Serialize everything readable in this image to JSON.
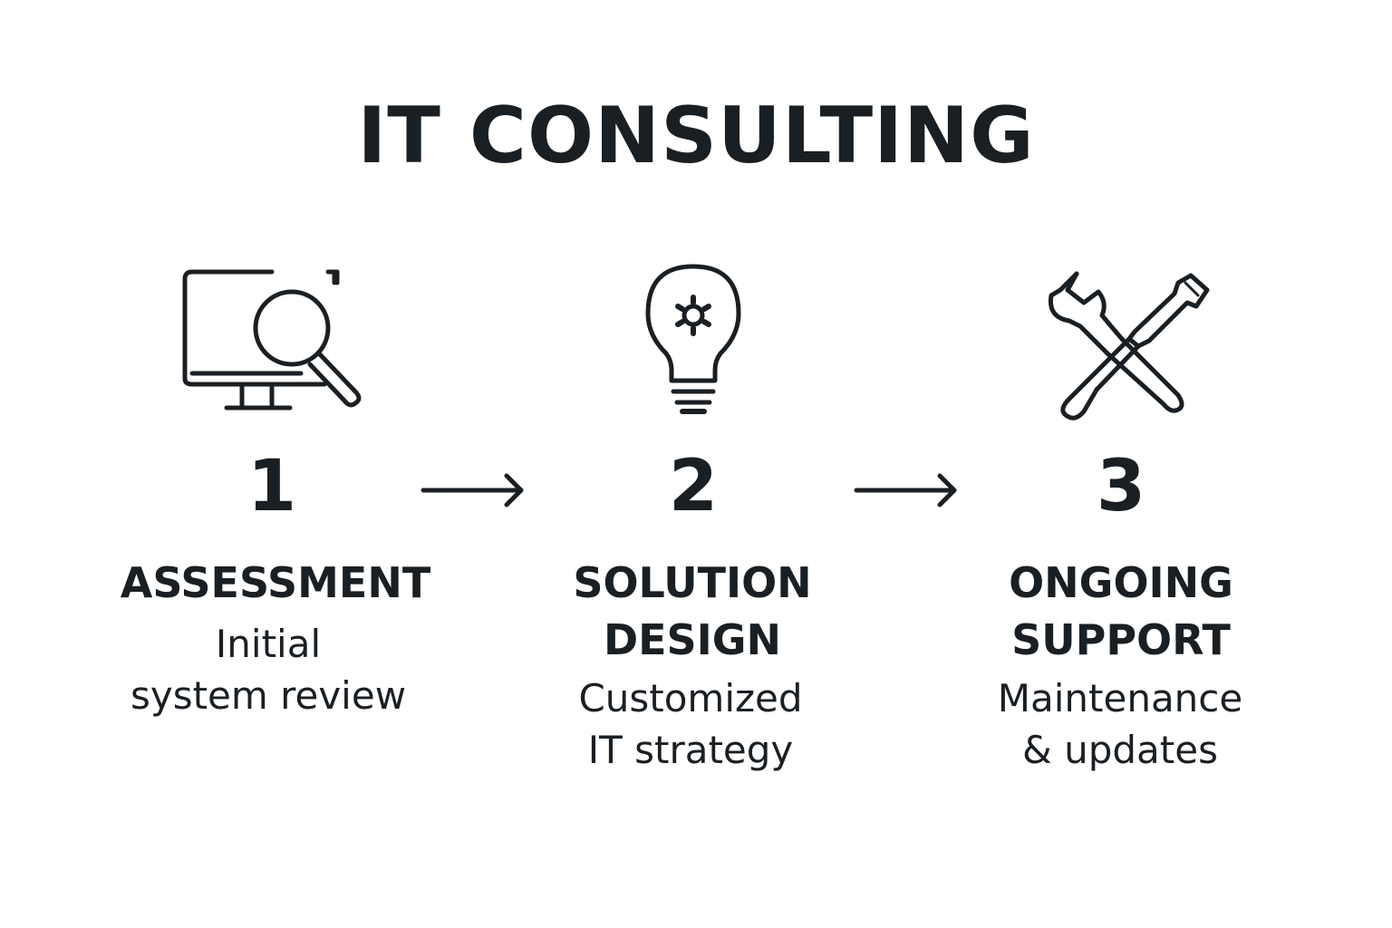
{
  "title": "IT CONSULTING",
  "steps": [
    {
      "number": "1",
      "heading": [
        "ASSESSMENT"
      ],
      "description": [
        "Initial",
        "system review"
      ],
      "icon": "monitor-magnifier-icon"
    },
    {
      "number": "2",
      "heading": [
        "SOLUTION",
        "DESIGN"
      ],
      "description": [
        "Customized",
        "IT strategy"
      ],
      "icon": "lightbulb-gear-icon"
    },
    {
      "number": "3",
      "heading": [
        "ONGOING",
        "SUPPORT"
      ],
      "description": [
        "Maintenance",
        "& updates"
      ],
      "icon": "wrench-screwdriver-icon"
    }
  ],
  "colors": {
    "text": "#1a1f24",
    "background": "#ffffff"
  }
}
